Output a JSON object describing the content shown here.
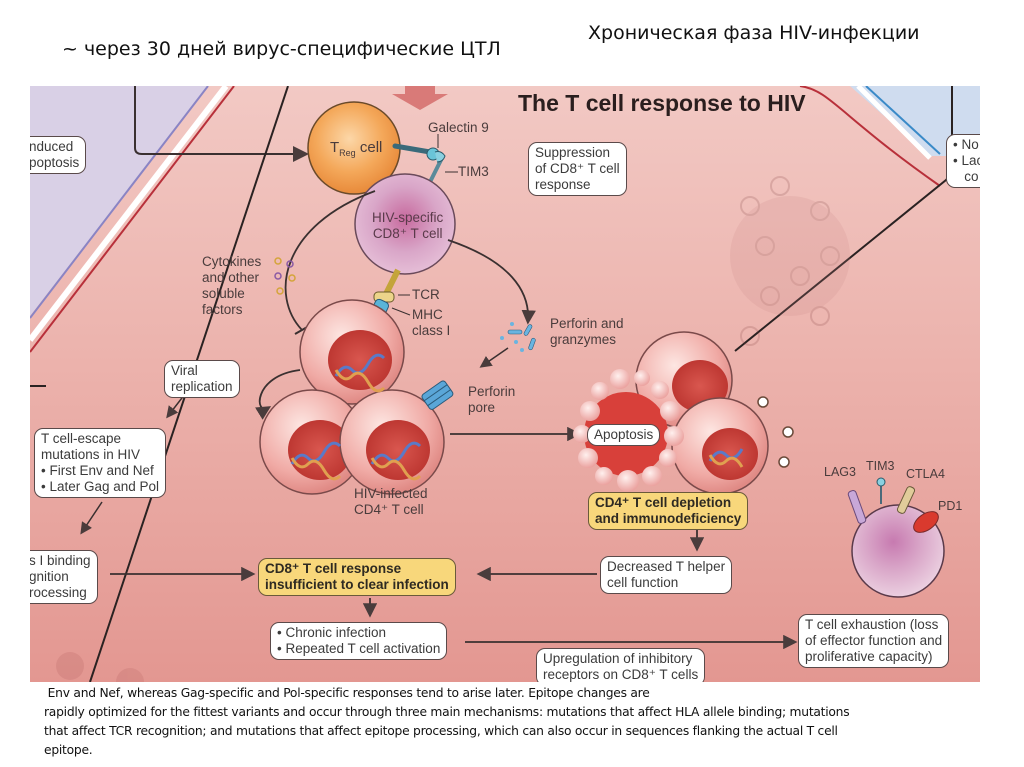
{
  "slide": {
    "title_left": "~ через 30 дней вирус-специфические ЦТЛ",
    "title_right": "Хроническая фаза HIV-инфекции"
  },
  "figure": {
    "title": "The T cell response to HIV",
    "left_partial_box": [
      "nduced",
      "poptosis"
    ],
    "right_partial_box": [
      "• No",
      "• Lac",
      "   co"
    ],
    "treg_cell": {
      "label_main": "T",
      "label_sub": "Reg",
      "label_suffix": " cell"
    },
    "galectin9": "Galectin 9",
    "tim3": "TIM3",
    "suppression_box": [
      "Suppression",
      "of CD8⁺ T cell",
      "response"
    ],
    "cd8_cell": [
      "HIV-specific",
      "CD8⁺ T cell"
    ],
    "cytokines": [
      "Cytokines",
      "and other",
      "soluble",
      "factors"
    ],
    "tcr": "TCR",
    "mhc": [
      "MHC",
      "class I"
    ],
    "perforin_granzymes": [
      "Perforin and",
      "granzymes"
    ],
    "perforin_pore": [
      "Perforin",
      "pore"
    ],
    "viral_replication_box": [
      "Viral",
      "replication"
    ],
    "escape_box": [
      "T cell-escape",
      "mutations in HIV",
      "• First Env and Nef",
      "• Later Gag and Pol"
    ],
    "infected_cell": [
      "HIV-infected",
      "CD4⁺ T cell"
    ],
    "apoptosis": "Apoptosis",
    "depletion_box": [
      "CD4⁺ T cell depletion",
      "and immunodeficiency"
    ],
    "exhaustion_receptors": {
      "lag3": "LAG3",
      "tim3": "TIM3",
      "ctla4": "CTLA4",
      "pd1": "PD1"
    },
    "binding_box": [
      "s I binding",
      "gnition",
      "rocessing"
    ],
    "insufficient_box": [
      "CD8⁺ T cell response",
      "insufficient to clear infection"
    ],
    "helper_box": [
      "Decreased T helper",
      "cell function"
    ],
    "chronic_box": [
      "• Chronic infection",
      "• Repeated T cell activation"
    ],
    "upregulation_box": [
      "Upregulation of inhibitory",
      "receptors on CD8⁺ T cells"
    ],
    "exhaustion_box": [
      "T cell exhaustion (loss",
      "of effector function and",
      "proliferative capacity)"
    ],
    "colors": {
      "background_top": "#f2c9c4",
      "background_bottom": "#e39791",
      "treg": "#f4a85a",
      "cd8": "#d9a6c8",
      "infected": "#e98f8a",
      "yellow_box": "#f8d77b",
      "pore": "#5aa6d8",
      "pd1": "#d93a2e"
    }
  },
  "caption": {
    "lines": [
      " Env and Nef, whereas Gag-specific and Pol-specific responses tend to arise later. Epitope changes are",
      "rapidly optimized for the fittest variants and occur through three main mechanisms: mutations that affect HLA allele binding; mutations",
      "that affect TCR recognition; and mutations that affect epitope processing, which can also occur in sequences flanking the actual T cell",
      "epitope."
    ]
  }
}
